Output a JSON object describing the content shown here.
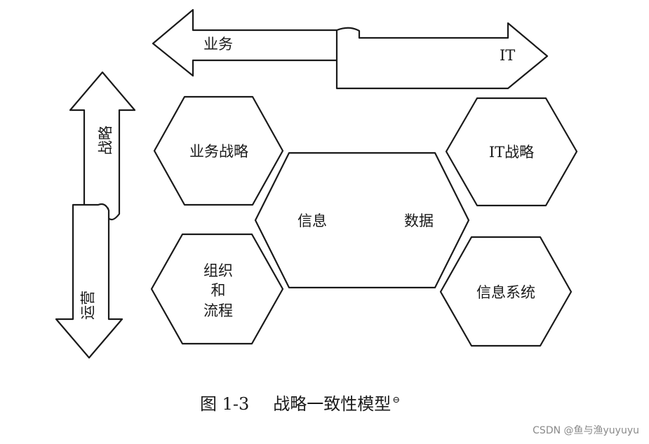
{
  "arrows": {
    "business": "业务",
    "it": "IT",
    "strategy": "战略",
    "operations": "运营"
  },
  "hexagons": {
    "business_strategy": "业务战略",
    "it_strategy": "IT战略",
    "org_process_lines": [
      "组织",
      "和",
      "流程"
    ],
    "info_systems": "信息系统",
    "center_left": "信息",
    "center_right": "数据"
  },
  "caption": {
    "figure_number": "图 1-3",
    "title": "战略一致性模型",
    "footnote_mark": "⊖"
  },
  "watermark": "CSDN @鱼与渔yuyuyu"
}
